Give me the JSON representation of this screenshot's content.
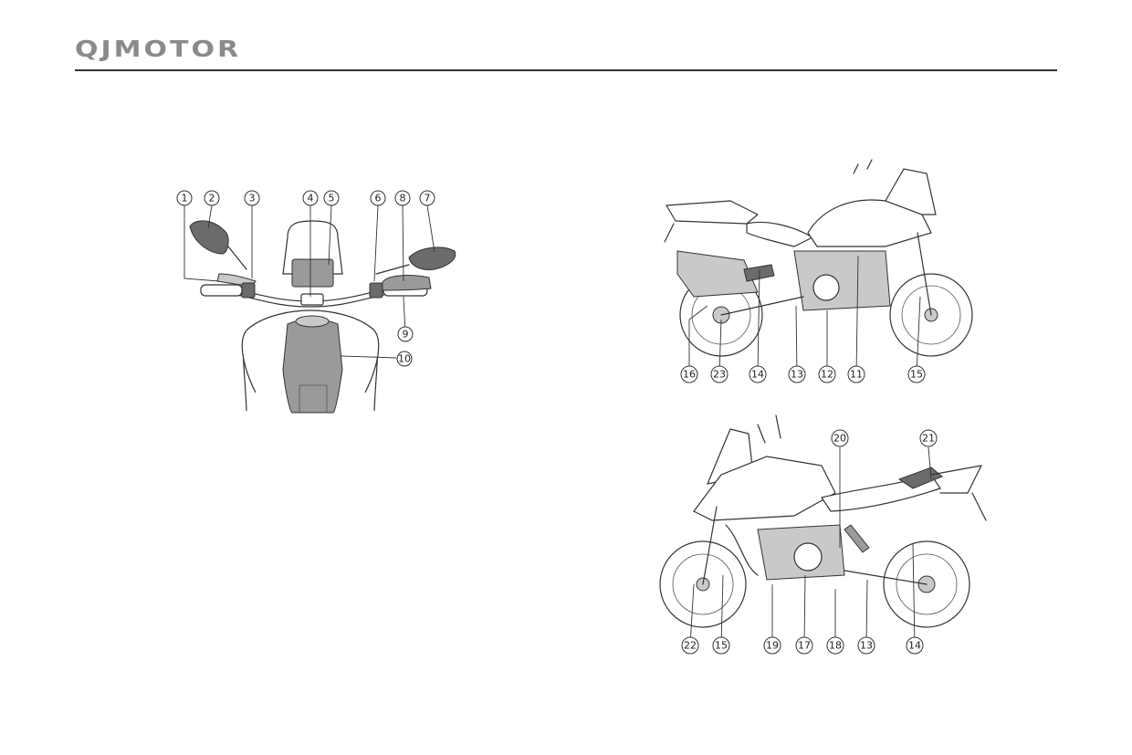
{
  "header": {
    "brand": "QJMOTOR"
  },
  "figures": {
    "handlebar": {
      "callouts": [
        "1",
        "2",
        "3",
        "4",
        "5",
        "6",
        "8",
        "7",
        "9",
        "10"
      ]
    },
    "left_side": {
      "callouts": [
        "16",
        "23",
        "14",
        "13",
        "12",
        "11",
        "15"
      ]
    },
    "right_side": {
      "callouts_top": [
        "20",
        "21"
      ],
      "callouts_bottom": [
        "22",
        "15",
        "19",
        "17",
        "18",
        "13",
        "14"
      ]
    }
  }
}
